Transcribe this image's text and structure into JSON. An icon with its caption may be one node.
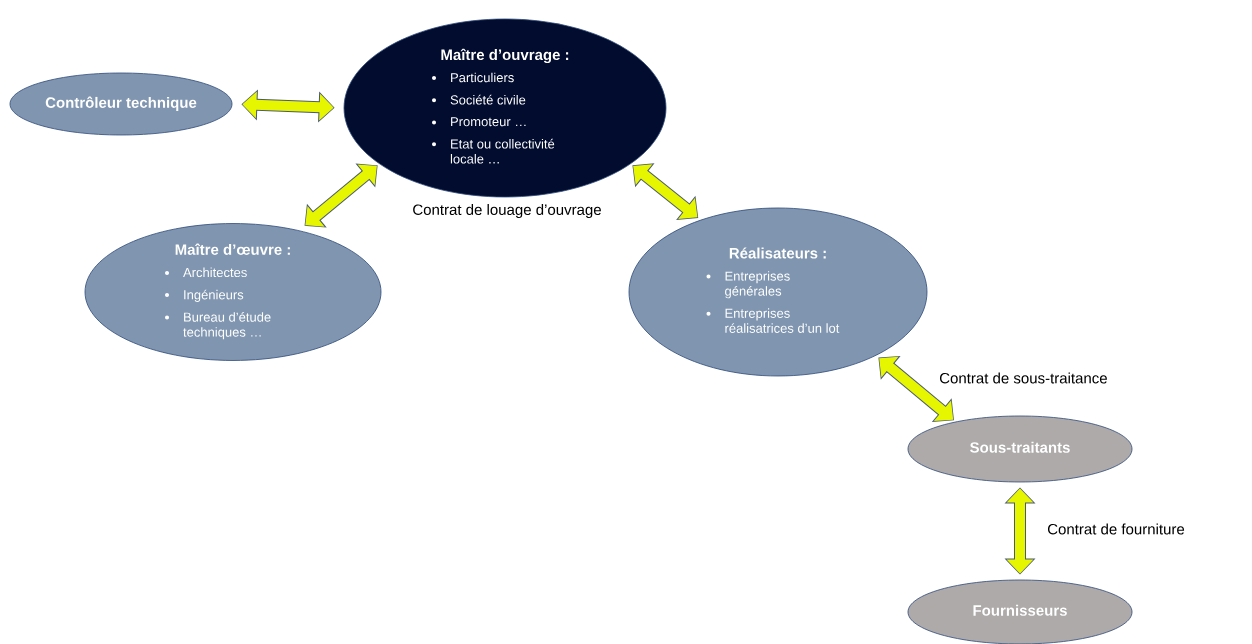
{
  "diagram": {
    "nodes": [
      {
        "text": [
          "Contrôleur technique"
        ]
      },
      {
        "text": [
          "Maître d’ouvrage :",
          "Particuliers",
          "Société civile",
          "Promoteur …",
          "Etat ou collectivité locale …"
        ]
      },
      {
        "text": [
          "Maître d’œuvre :",
          "Architectes",
          "Ingénieurs",
          "Bureau d’étude techniques …"
        ]
      },
      {
        "text": [
          "Réalisateurs :",
          "Entreprises générales",
          "Entreprises réalisatrices d’un lot"
        ]
      },
      {
        "text": [
          "Sous-traitants"
        ]
      },
      {
        "text": [
          "Fournisseurs"
        ]
      }
    ],
    "edges": [
      {
        "from": 0,
        "to": 1,
        "arrow": "both"
      },
      {
        "from": 1,
        "to": 2,
        "arrow": "both"
      },
      {
        "from": 1,
        "to": 3,
        "arrow": "both"
      },
      {
        "from": 3,
        "to": 4,
        "arrow": "both",
        "label": "Contrat de sous-traitance"
      },
      {
        "from": 4,
        "to": 5,
        "arrow": "both",
        "label": "Contrat de fourniture"
      }
    ],
    "labels": [
      "Contrat de louage d’ouvrage"
    ]
  }
}
